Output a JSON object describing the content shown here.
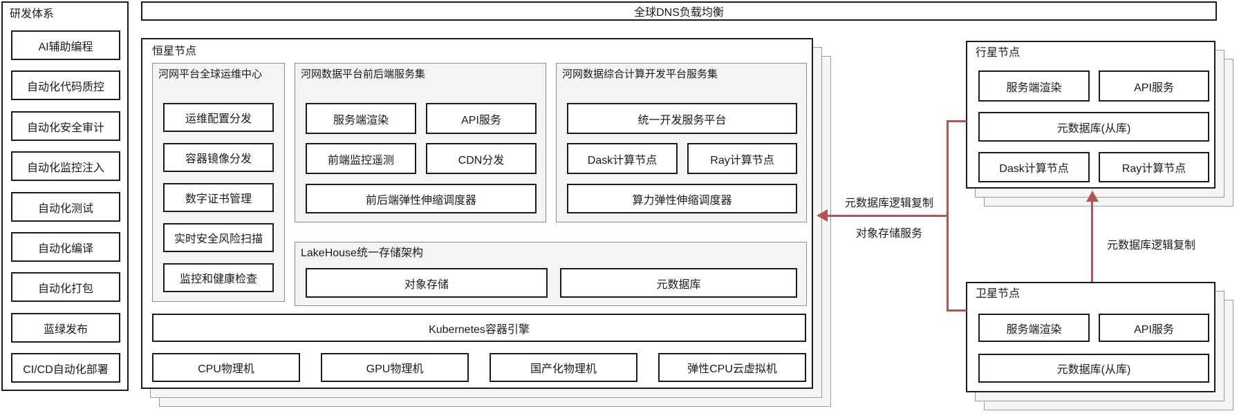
{
  "colors": {
    "accent_red": "#b05551",
    "panel_gray": "#f4f4f4",
    "border_black": "#1a1a1a"
  },
  "dns_bar": {
    "label": "全球DNS负载均衡"
  },
  "dev_system": {
    "title": "研发体系",
    "items": [
      "AI辅助编程",
      "自动化代码质控",
      "自动化安全审计",
      "自动化监控注入",
      "自动化测试",
      "自动化编译",
      "自动化打包",
      "蓝绿发布",
      "CI/CD自动化部署"
    ]
  },
  "star_node": {
    "title": "恒星节点",
    "ops_center": {
      "title": "河网平台全球运维中心",
      "items": [
        "运维配置分发",
        "容器镜像分发",
        "数字证书管理",
        "实时安全风险扫描",
        "监控和健康检查"
      ]
    },
    "frontend_services": {
      "title": "河网数据平台前后端服务集",
      "row1": [
        "服务端渲染",
        "API服务"
      ],
      "row2": [
        "前端监控遥测",
        "CDN分发"
      ],
      "row3": "前后端弹性伸缩调度器"
    },
    "compute_platform": {
      "title": "河网数据综合计算开发平台服务集",
      "row1": "统一开发服务平台",
      "row2": [
        "Dask计算节点",
        "Ray计算节点"
      ],
      "row3": "算力弹性伸缩调度器"
    },
    "lakehouse": {
      "title": "LakeHouse统一存储架构",
      "items": [
        "对象存储",
        "元数据库"
      ]
    },
    "k8s_label": "Kubernetes容器引擎",
    "hardware": [
      "CPU物理机",
      "GPU物理机",
      "国产化物理机",
      "弹性CPU云虚拟机"
    ]
  },
  "planet_node": {
    "title": "行星节点",
    "row1": [
      "服务端渲染",
      "API服务"
    ],
    "row2": "元数据库(从库)",
    "row3": [
      "Dask计算节点",
      "Ray计算节点"
    ]
  },
  "satellite_node": {
    "title": "卫星节点",
    "row1": [
      "服务端渲染",
      "API服务"
    ],
    "row2": "元数据库(从库)"
  },
  "connections": {
    "star_replication_label": "元数据库逻辑复制",
    "object_storage_label": "对象存储服务",
    "satellite_replication_label": "元数据库逻辑复制"
  }
}
